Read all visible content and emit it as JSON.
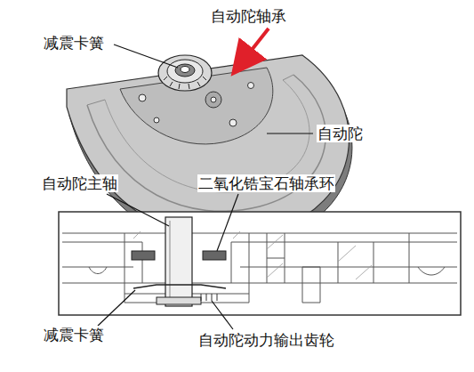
{
  "diagram": {
    "labels": [
      "自动陀轴承",
      "减震卡簧",
      "自动陀",
      "自动陀主轴",
      "二氧化锆宝石轴承环",
      "减震卡簧",
      "自动陀动力输出齿轮"
    ]
  }
}
